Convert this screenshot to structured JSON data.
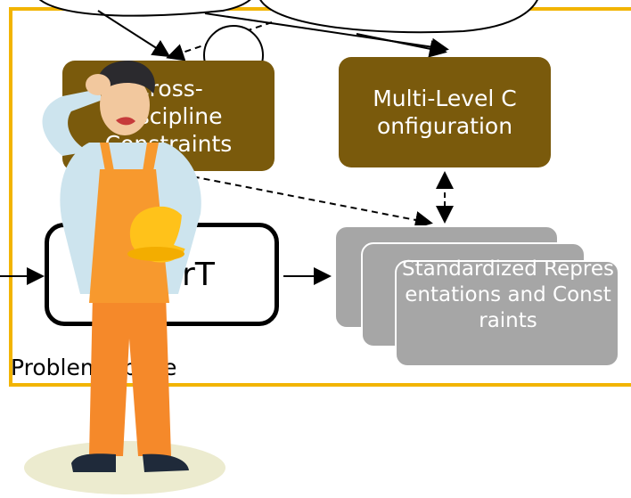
{
  "diagram": {
    "boxes": {
      "cross_discipline": "Cross-Discipline Constraints",
      "multi_level": "Multi-Level Configuration",
      "standardized": "Standardized Representations and Constraints",
      "framework": "TeVarT"
    },
    "region_label": "Problem Space",
    "colors": {
      "region_border": "#f2b400",
      "brown": "#7a5a0c",
      "grey": "#a6a6a6"
    }
  },
  "illustration": {
    "subject": "worker-scratching-head",
    "thought_bubbles": 4
  }
}
